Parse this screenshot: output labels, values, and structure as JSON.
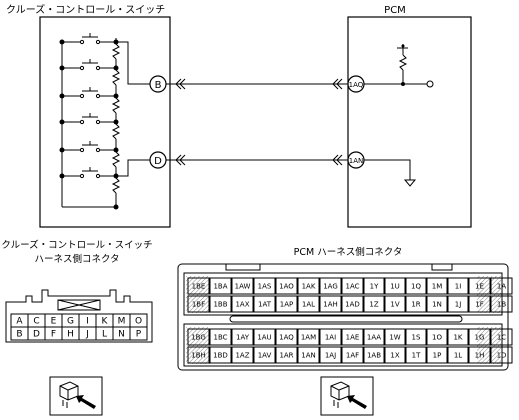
{
  "titles": {
    "switch": "クルーズ・コントロール・スイッチ",
    "pcm": "PCM",
    "switch_connector_line1": "クルーズ・コントロール・スイッチ",
    "switch_connector_line2": "ハーネス側コネクタ",
    "pcm_connector": "PCM ハーネス側コネクタ"
  },
  "terminals": {
    "B": "B",
    "D": "D",
    "pcm_1AQ": "1AQ",
    "pcm_1AN": "1AN"
  },
  "switch_connector": {
    "row1": [
      "A",
      "C",
      "E",
      "G",
      "I",
      "K",
      "M",
      "O"
    ],
    "row2": [
      "B",
      "D",
      "F",
      "H",
      "J",
      "L",
      "N",
      "P"
    ]
  },
  "pcm_connector": {
    "upper": {
      "row1": [
        "1BE",
        "1BA",
        "1AW",
        "1AS",
        "1AO",
        "1AK",
        "1AG",
        "1AC",
        "1Y",
        "1U",
        "1Q",
        "1M",
        "1I",
        "1E",
        "1A"
      ],
      "row2": [
        "1BF",
        "1BB",
        "1AX",
        "1AT",
        "1AP",
        "1AL",
        "1AH",
        "1AD",
        "1Z",
        "1V",
        "1R",
        "1N",
        "1J",
        "1F",
        "1B"
      ]
    },
    "lower": {
      "row1": [
        "1BG",
        "1BC",
        "1AY",
        "1AU",
        "1AQ",
        "1AM",
        "1AI",
        "1AE",
        "1AA",
        "1W",
        "1S",
        "1O",
        "1K",
        "1G",
        "1C"
      ],
      "row2": [
        "1BH",
        "1BD",
        "1AZ",
        "1AV",
        "1AR",
        "1AN",
        "1AJ",
        "1AF",
        "1AB",
        "1X",
        "1T",
        "1P",
        "1L",
        "1H",
        "1D"
      ]
    }
  },
  "icons": {
    "left": "connector-insert-direction-icon",
    "right": "connector-insert-direction-icon"
  }
}
